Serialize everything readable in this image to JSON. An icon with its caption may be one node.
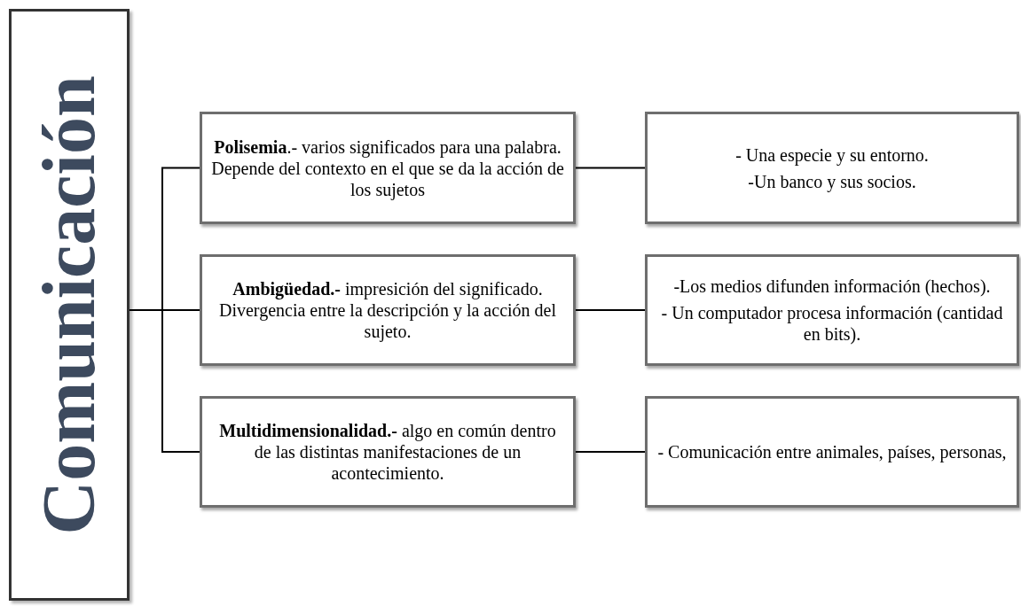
{
  "diagram": {
    "nodes": [
      {
        "text": [
          "Comunicación"
        ]
      },
      {
        "text": [
          "**Polisemia**.- varios significados para una palabra.  Depende del contexto en el que se da la acción de los sujetos"
        ]
      },
      {
        "text": [
          "- Una especie y su entorno.",
          "-Un banco y sus socios."
        ]
      },
      {
        "text": [
          "**Ambigüedad.-** impresición del significado. Divergencia entre la descripción y la acción del sujeto."
        ]
      },
      {
        "text": [
          "-Los medios difunden información (hechos).",
          "- Un computador procesa información (cantidad en bits)."
        ]
      },
      {
        "text": [
          "**Multidimensionalidad.-**  algo en común dentro de las distintas manifestaciones de un acontecimiento."
        ]
      },
      {
        "text": [
          "- Comunicación entre animales, países, personas,"
        ]
      }
    ],
    "edges": [
      {
        "from": 0,
        "to": 1,
        "arrow": "none"
      },
      {
        "from": 0,
        "to": 3,
        "arrow": "none"
      },
      {
        "from": 0,
        "to": 5,
        "arrow": "none"
      },
      {
        "from": 1,
        "to": 2,
        "arrow": "none"
      },
      {
        "from": 3,
        "to": 4,
        "arrow": "none"
      },
      {
        "from": 5,
        "to": 6,
        "arrow": "none"
      }
    ]
  }
}
